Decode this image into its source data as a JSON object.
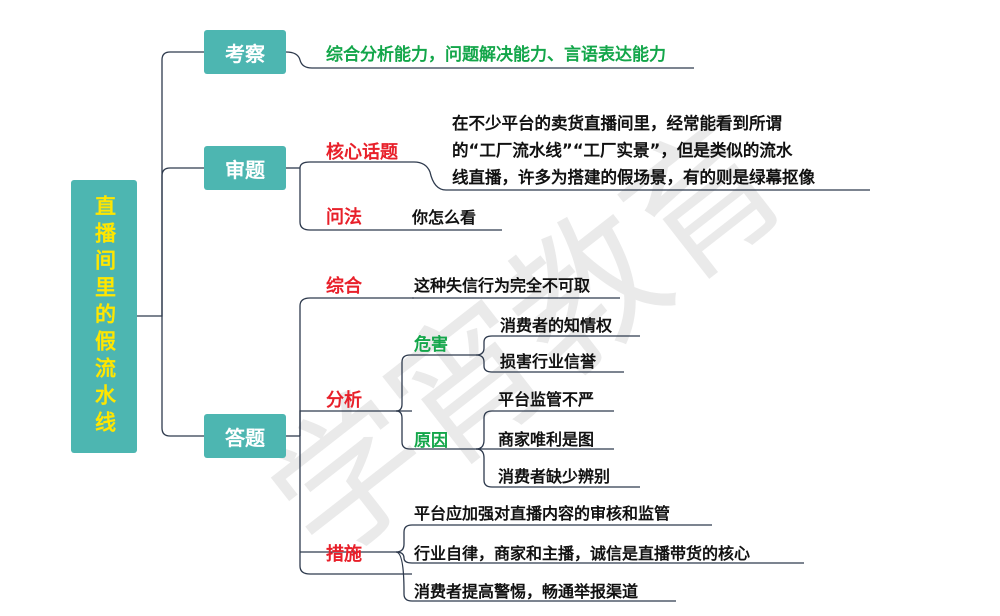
{
  "root": {
    "title": "直播间里的假流水线"
  },
  "branches": {
    "kaocha": {
      "label": "考察",
      "content": "综合分析能力，问题解决能力、言语表达能力"
    },
    "shenti": {
      "label": "审题",
      "core_topic": {
        "label": "核心话题",
        "lines": [
          "在不少平台的卖货直播间里，经常能看到所谓",
          "的“工厂流水线”“工厂实景”，但是类似的流水",
          "线直播，许多为搭建的假场景，有的则是绿幕抠像"
        ]
      },
      "wenfa": {
        "label": "问法",
        "content": "你怎么看"
      }
    },
    "dati": {
      "label": "答题",
      "zonghe": {
        "label": "综合",
        "content": "这种失信行为完全不可取"
      },
      "fenxi": {
        "label": "分析",
        "harm": {
          "label": "危害",
          "items": [
            "消费者的知情权",
            "损害行业信誉"
          ]
        },
        "cause": {
          "label": "原因",
          "items": [
            "平台监管不严",
            "商家唯利是图",
            "消费者缺少辨别"
          ]
        }
      },
      "cuoshi": {
        "label": "措施",
        "items": [
          "平台应加强对直播内容的审核和监管",
          "行业自律，商家和主播，诚信是直播带货的核心",
          "消费者提高警惕，畅通举报渠道"
        ]
      }
    }
  },
  "watermark": "学宵教育",
  "colors": {
    "box": "#4db6b1",
    "root_text": "#ffe600",
    "green": "#13a64a",
    "red": "#e8202a",
    "line": "#2e3a4d"
  }
}
